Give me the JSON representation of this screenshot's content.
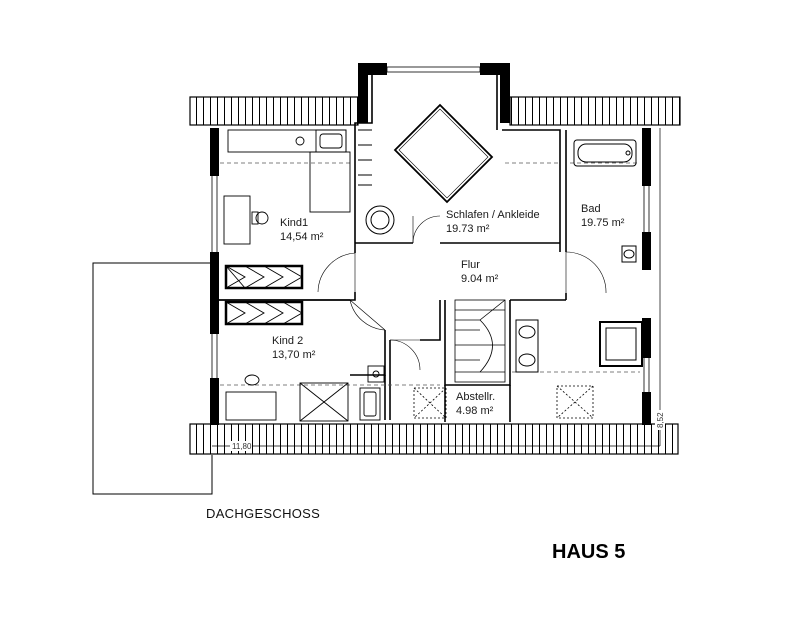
{
  "plan": {
    "level_caption": "DACHGESCHOSS",
    "house_title": "HAUS 5",
    "rooms": {
      "kind1": {
        "name": "Kind1",
        "area": "14,54 m²"
      },
      "schlafen": {
        "name": "Schlafen / Ankleide",
        "area": "19.73 m²"
      },
      "bad": {
        "name": "Bad",
        "area": "19.75 m²"
      },
      "flur": {
        "name": "Flur",
        "area": "9.04 m²"
      },
      "kind2": {
        "name": "Kind 2",
        "area": "13,70 m²"
      },
      "abstell": {
        "name": "Abstellr.",
        "area": "4.98 m²"
      }
    },
    "dimensions": {
      "width": "11,80",
      "depth": "8,52"
    }
  }
}
